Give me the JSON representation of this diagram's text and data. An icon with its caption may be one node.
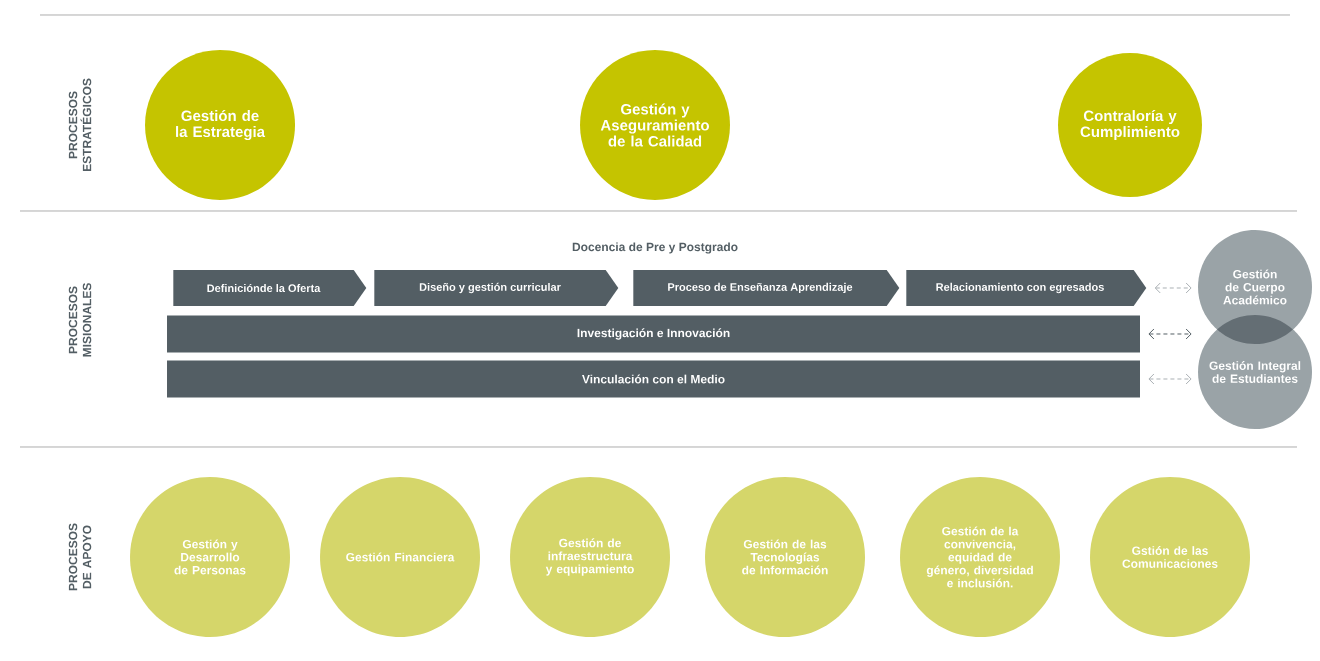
{
  "diagram": {
    "nodes": [
      {
        "text": [
          "Gestión de la Estrategia"
        ]
      },
      {
        "text": [
          "Gestión y Aseguramiento de la Calidad"
        ]
      },
      {
        "text": [
          "Contraloría y Cumplimiento"
        ]
      },
      {
        "text": [
          "Definiciónde la Oferta"
        ]
      },
      {
        "text": [
          "Diseño y gestión curricular"
        ]
      },
      {
        "text": [
          "Proceso de Enseñanza Aprendizaje"
        ]
      },
      {
        "text": [
          "Relacionamiento con egresados"
        ]
      },
      {
        "text": [
          "Investigación e Innovación"
        ]
      },
      {
        "text": [
          "Vinculación con el Medio"
        ]
      },
      {
        "text": [
          "Gestión de Cuerpo Académico"
        ]
      },
      {
        "text": [
          "Gestión Integral de Estudiantes"
        ]
      },
      {
        "text": [
          "Gestión y Desarrollo de Personas"
        ]
      },
      {
        "text": [
          "Gestión Financiera"
        ]
      },
      {
        "text": [
          "Gestión de infraestructura y equipamiento"
        ]
      },
      {
        "text": [
          "Gestión de las Tecnologías de Información"
        ]
      },
      {
        "text": [
          "Gestión de la convivencia, equidad de género, diversidad e inclusión."
        ]
      },
      {
        "text": [
          "Gstión de las Comunicaciones"
        ]
      }
    ],
    "edges": [
      {
        "from": 6,
        "to": 9,
        "arrow": "both",
        "style": "dashed"
      },
      {
        "from": 7,
        "to": 10,
        "arrow": "both",
        "style": "dashed",
        "color": "#535e64"
      },
      {
        "from": 8,
        "to": 10,
        "arrow": "both",
        "style": "dashed"
      }
    ],
    "labels": [
      "PROCESOS ESTRATÉGICOS",
      "Docencia de Pre y Postgrado",
      "PROCESOS MISIONALES",
      "PROCESOS DE APOYO"
    ]
  }
}
